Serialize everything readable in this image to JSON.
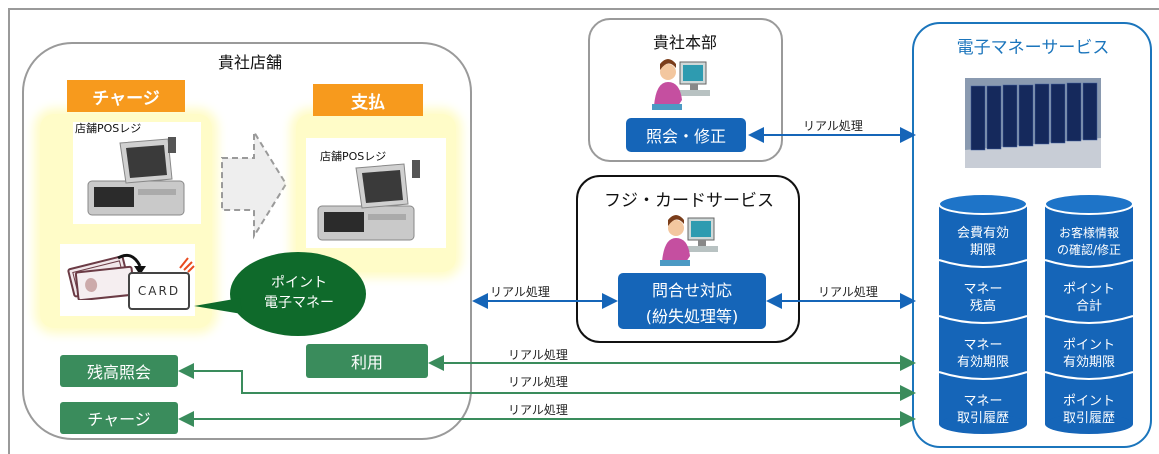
{
  "store": {
    "title": "貴社店舗",
    "charge_tab": "チャージ",
    "pay_tab": "支払",
    "pos_label_1": "店舗POSレジ",
    "pos_label_2": "店舗POSレジ",
    "card_text": "CARD",
    "bubble_line1": "ポイント",
    "bubble_line2": "電子マネー",
    "use_button": "利用",
    "balance_button": "残高照会",
    "charge_button": "チャージ"
  },
  "hq": {
    "title": "貴社本部",
    "button": "照会・修正"
  },
  "fuji": {
    "title": "フジ・カードサービス",
    "button_line1": "問合せ対応",
    "button_line2": "(紛失処理等)"
  },
  "emoney": {
    "title": "電子マネーサービス",
    "left_cylinder": [
      "会費有効\n期限",
      "マネー\n残高",
      "マネー\n有効期限",
      "マネー\n取引履歴"
    ],
    "right_cylinder": [
      "お客様情報\nの確認/修正",
      "ポイント\n合計",
      "ポイント\n有効期限",
      "ポイント\n取引履歴"
    ]
  },
  "connections": {
    "hq_label": "リアル処理",
    "store_fuji_label": "リアル処理",
    "fuji_emoney_label": "リアル処理",
    "use_label": "リアル処理",
    "balance_label": "リアル処理",
    "charge_label": "リアル処理"
  },
  "colors": {
    "orange": "#f79a1d",
    "blue": "#1565b8",
    "green": "#3a8c5c",
    "emoney_border": "#1b75bc",
    "bubble": "#0f6a2b"
  },
  "icons": [
    "pos-terminal-icon",
    "operator-icon",
    "server-rack-icon",
    "cash-icon",
    "card-icon",
    "database-icon"
  ]
}
